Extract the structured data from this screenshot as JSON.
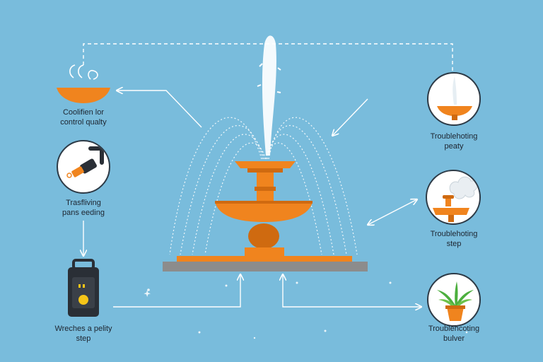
{
  "colors": {
    "background": "#79bcdc",
    "orange": "#f0841e",
    "dark_orange": "#cf6a10",
    "base": "#8c8c8c",
    "line": "#ffffff",
    "text": "#1d2530"
  },
  "items": {
    "top_left": {
      "line1": "Coolifien lor",
      "line2": "control qualty",
      "icon": "water-bowl-icon"
    },
    "mid_left": {
      "line1": "Trasfliving",
      "line2": "pans eeding",
      "icon": "hose-nozzle-icon"
    },
    "bottom_left": {
      "line1": "Wreches a pelity",
      "line2": "step",
      "icon": "pump-box-icon"
    },
    "top_right": {
      "line1": "Troublehoting",
      "line2": "peaty",
      "icon": "mini-fountain-icon"
    },
    "mid_right": {
      "line1": "Troublehoting",
      "line2": "step",
      "icon": "steam-faucet-icon"
    },
    "bottom_right": {
      "line1": "Troublehcoting",
      "line2": "bulver",
      "icon": "potted-plant-icon"
    }
  },
  "center": {
    "icon": "tiered-fountain-icon"
  }
}
